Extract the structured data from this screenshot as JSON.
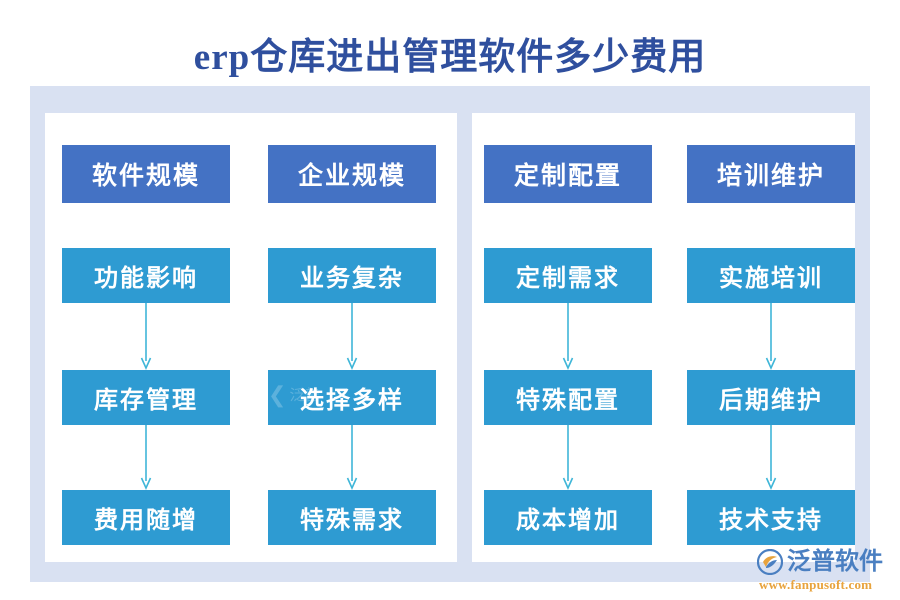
{
  "page": {
    "title": "erp仓库进出管理软件多少费用",
    "title_color": "#2f4f9e",
    "background": "#ffffff",
    "frame_color": "#d9e1f2",
    "panel_color": "#ffffff"
  },
  "palette": {
    "header_box": "#4472c4",
    "body_box": "#2e9bd2",
    "arrow": "#3fb6d8",
    "box_text": "#ffffff"
  },
  "diagram": {
    "type": "flowchart",
    "panels": [
      {
        "name": "left-panel",
        "columns": [
          0,
          1
        ]
      },
      {
        "name": "right-panel",
        "columns": [
          2,
          3
        ]
      }
    ],
    "columns": [
      {
        "id": "col-1",
        "header": "软件规模",
        "steps": [
          "功能影响",
          "库存管理",
          "费用随增"
        ]
      },
      {
        "id": "col-2",
        "header": "企业规模",
        "steps": [
          "业务复杂",
          "选择多样",
          "特殊需求"
        ]
      },
      {
        "id": "col-3",
        "header": "定制配置",
        "steps": [
          "定制需求",
          "特殊配置",
          "成本增加"
        ]
      },
      {
        "id": "col-4",
        "header": "培训维护",
        "steps": [
          "实施培训",
          "后期维护",
          "技术支持"
        ]
      }
    ]
  },
  "watermark": {
    "center_mark": "❮",
    "center_text": "泛普",
    "logo_name": "泛普软件",
    "logo_url": "www.fanpusoft.com",
    "logo_name_color": "#4a7fc1",
    "logo_url_color": "#e8a33d"
  }
}
